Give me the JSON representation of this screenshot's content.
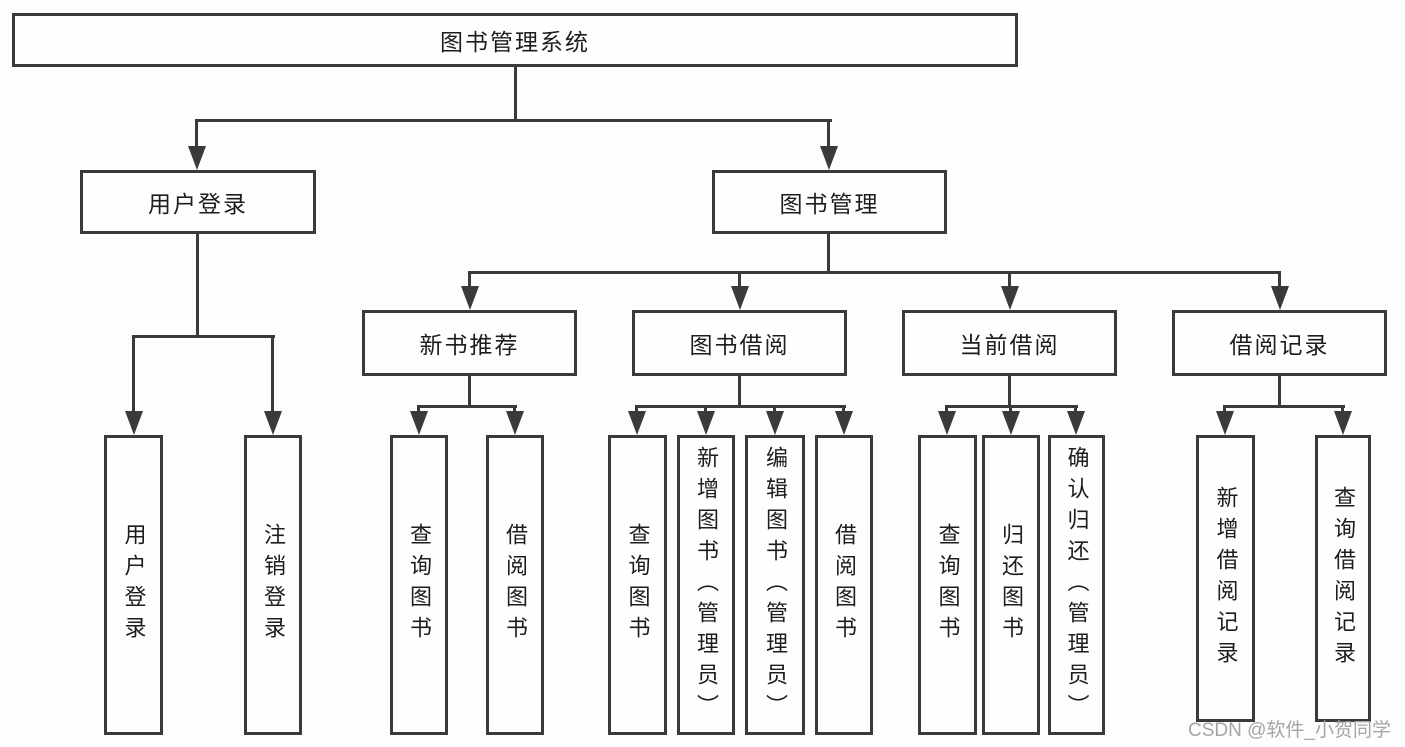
{
  "colors": {
    "line": "#3a3a3a",
    "text": "#1d1d1d",
    "background": "#fdfdfd",
    "box_fill": "#fefefe",
    "watermark": "#a5a5a5"
  },
  "tree": {
    "root": {
      "label": "图书管理系统"
    },
    "level2": [
      {
        "label": "用户登录"
      },
      {
        "label": "图书管理"
      }
    ],
    "level3": [
      {
        "label": "新书推荐",
        "parent": "图书管理"
      },
      {
        "label": "图书借阅",
        "parent": "图书管理"
      },
      {
        "label": "当前借阅",
        "parent": "图书管理"
      },
      {
        "label": "借阅记录",
        "parent": "图书管理"
      }
    ],
    "level4": [
      {
        "label": "用户登录",
        "parent": "用户登录"
      },
      {
        "label": "注销登录",
        "parent": "用户登录"
      },
      {
        "label": "查询图书",
        "parent": "新书推荐"
      },
      {
        "label": "借阅图书",
        "parent": "新书推荐"
      },
      {
        "label": "查询图书",
        "parent": "图书借阅"
      },
      {
        "label": "新增图书（管理员）",
        "parent": "图书借阅"
      },
      {
        "label": "编辑图书（管理员）",
        "parent": "图书借阅"
      },
      {
        "label": "借阅图书",
        "parent": "图书借阅"
      },
      {
        "label": "查询图书",
        "parent": "当前借阅"
      },
      {
        "label": "归还图书",
        "parent": "当前借阅"
      },
      {
        "label": "确认归还（管理员）",
        "parent": "当前借阅"
      },
      {
        "label": "新增借阅记录",
        "parent": "借阅记录"
      },
      {
        "label": "查询借阅记录",
        "parent": "借阅记录"
      }
    ]
  },
  "watermark": {
    "text": "CSDN @软件_小贺同学"
  }
}
